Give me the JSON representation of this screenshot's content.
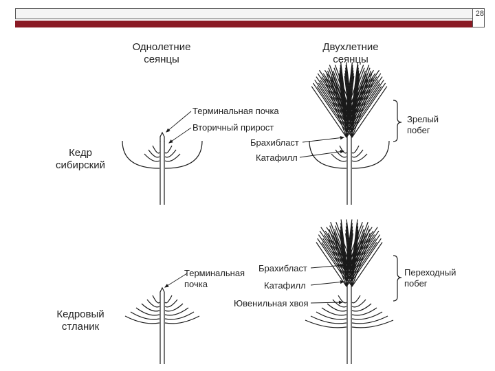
{
  "slide": {
    "number": "28"
  },
  "columns": {
    "annual": "Однолетние\nсеянцы",
    "biennial": "Двухлетние\nсеянцы"
  },
  "species": {
    "siberian": "Кедр\nсибирский",
    "dwarf": "Кедровый\nстланик"
  },
  "labels": {
    "terminal_bud": "Терминальная почка",
    "secondary_growth": "Вторичный прирост",
    "brachyblast_top": "Брахибласт",
    "cataphyll_top": "Катафилл",
    "mature_shoot": "Зрелый\nпобег",
    "terminal_bud_2": "Терминальная\nпочка",
    "brachyblast_bottom": "Брахибласт",
    "cataphyll_bottom": "Катафилл",
    "juvenile_needles": "Ювенильная хвоя",
    "transitional_shoot": "Переходный\nпобег"
  },
  "colors": {
    "accent": "#8a1a24",
    "line": "#1a1a1a"
  }
}
